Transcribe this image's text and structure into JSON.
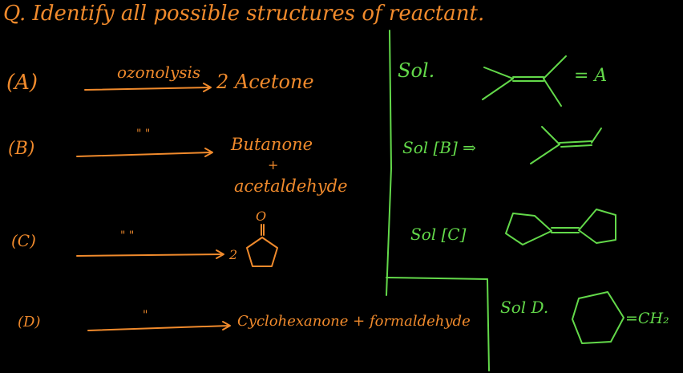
{
  "question": "Q. Identify all possible structures of reactant.",
  "reactions": [
    {
      "label": "(A)",
      "reagent": "ozonolysis",
      "product": "2 Acetone"
    },
    {
      "label": "(B)",
      "reagent": "\"   \"",
      "product_line1": "Butanone",
      "plus": "+",
      "product_line2": "acetaldehyde"
    },
    {
      "label": "(C)",
      "reagent": "\"  \"",
      "coefficient": "2",
      "product_atom": "O"
    },
    {
      "label": "(D)",
      "reagent": "\"",
      "product": "Cyclohexanone + formaldehyde"
    }
  ],
  "solutions": [
    {
      "label": "Sol.",
      "answer": "= A"
    },
    {
      "label": "Sol [B] ⇒"
    },
    {
      "label": "Sol [C]"
    },
    {
      "label": "Sol D.",
      "group": "=CH₂"
    }
  ],
  "colors": {
    "background": "#000000",
    "ink_orange": "#f08a2c",
    "ink_green": "#63d94a"
  }
}
